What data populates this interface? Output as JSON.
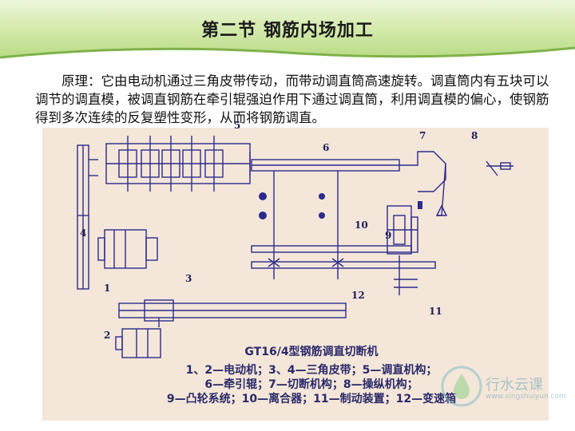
{
  "slide": {
    "title": "第二节  钢筋内场加工",
    "paragraph": "原理：它由电动机通过三角皮带传动，而带动调直筒高速旋转。调直筒内有五块可以调节的调直模，被调直钢筋在牵引辊强迫作用下通过调直筒，利用调直模的偏心，使钢筋得到多次连续的反复塑性变形，从而将钢筋调直。"
  },
  "figure": {
    "caption_title": "GT16/4型钢筋调直切断机",
    "legend_lines": [
      "1、2—电动机；3、4—三角皮带；5—调直机构；",
      "6—牵引辊；7—切断机构；8—操纵机构；",
      "9—凸轮系统；10—离合器；11—制动装置；12—变速箱"
    ],
    "part_numbers": [
      "1",
      "2",
      "3",
      "4",
      "5",
      "6",
      "7",
      "8",
      "9",
      "10",
      "11",
      "12"
    ]
  },
  "watermark": {
    "text": "行水云课",
    "subtext": "www.xingshuiyun.com"
  },
  "colors": {
    "diagram_line": "#2b2b8c",
    "figure_bg": "#f4e6d9",
    "banner": "#b9dc86"
  }
}
